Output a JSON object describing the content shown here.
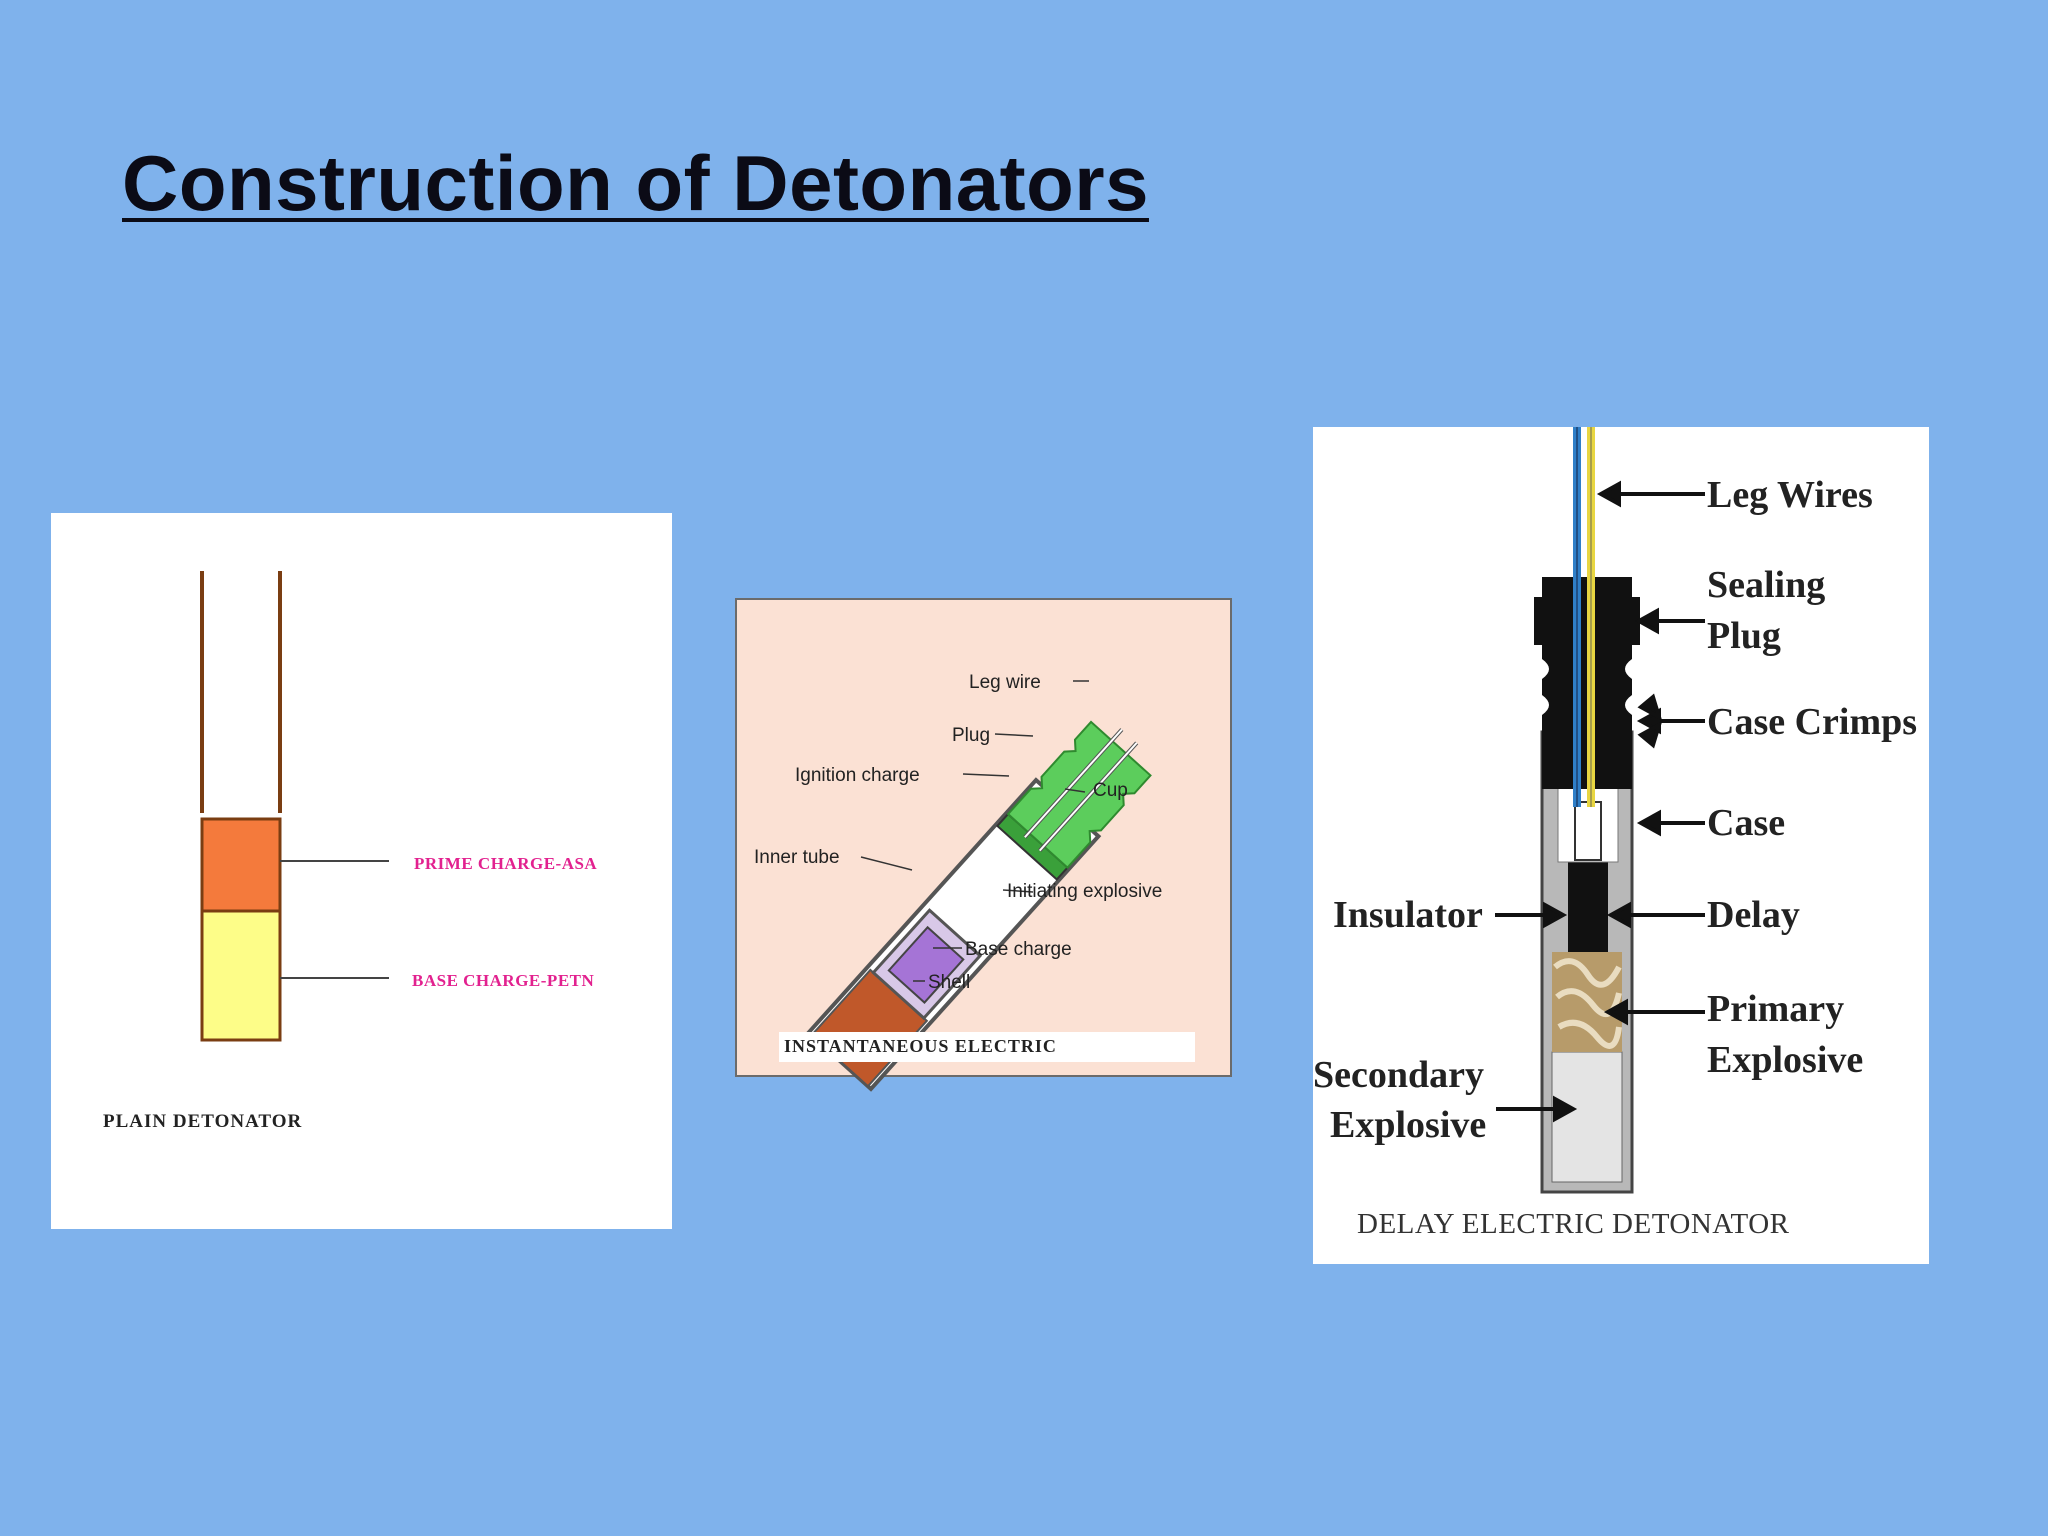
{
  "title": "Construction of Detonators",
  "plain": {
    "prime_label": "PRIME CHARGE-ASA",
    "base_label": "BASE CHARGE-PETN",
    "caption": "PLAIN DETONATOR",
    "colors": {
      "prime": "#f47a3c",
      "base": "#fdfd88",
      "shell": "#7a3d12"
    }
  },
  "instantaneous": {
    "labels": {
      "leg_wire": "Leg wire",
      "plug": "Plug",
      "ignition_charge": "Ignition charge",
      "cup": "Cup",
      "inner_tube": "Inner tube",
      "initiating_explosive": "Initiating explosive",
      "base_charge": "Base charge",
      "shell": "Shell"
    },
    "caption": "INSTANTANEOUS ELECTRIC",
    "colors": {
      "plug": "#5ccd5c",
      "initiating": "#a574d6",
      "base": "#c0582a",
      "background": "#fbe1d4"
    }
  },
  "delay": {
    "labels": {
      "leg_wires": "Leg Wires",
      "sealing_plug_1": "Sealing",
      "sealing_plug_2": "Plug",
      "case_crimps": "Case Crimps",
      "case": "Case",
      "insulator": "Insulator",
      "delay": "Delay",
      "primary_1": "Primary",
      "primary_2": "Explosive",
      "secondary_1": "Secondary",
      "secondary_2": "Explosive"
    },
    "caption": "DELAY ELECTRIC DETONATOR",
    "colors": {
      "wire_blue": "#2f7fc8",
      "wire_yellow": "#e8d642",
      "case": "#b8b8b8",
      "delay": "#111111"
    }
  }
}
